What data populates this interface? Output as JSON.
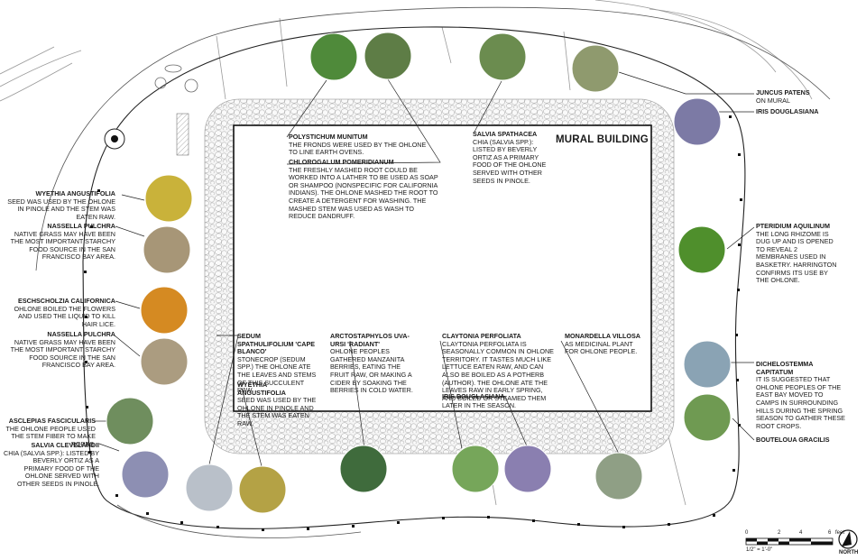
{
  "building_title": "MURAL BUILDING",
  "labels": [
    {
      "id": "polystichum",
      "name": "POLYSTICHUM MUNITUM",
      "desc": "THE FRONDS WERE USED BY THE OHLONE TO LINE EARTH OVENS."
    },
    {
      "id": "chlorogalum",
      "name": "CHLOROGALUM POMERIDIANUM",
      "desc": "THE FRESHLY MASHED ROOT COULD BE WORKED INTO A LATHER TO BE USED AS SOAP OR SHAMPOO (NONSPECIFIC FOR CALIFORNIA INDIANS). THE OHLONE MASHED THE ROOT TO CREATE A DETERGENT FOR WASHING. THE MASHED STEM WAS USED AS WASH TO REDUCE DANDRUFF."
    },
    {
      "id": "salvia-spathacea",
      "name": "SALVIA SPATHACEA",
      "desc": "CHIA (SALVIA SPP.): LISTED BY BEVERLY ORTIZ AS A PRIMARY FOOD OF THE OHLONE SERVED WITH OTHER SEEDS IN PINOLE."
    },
    {
      "id": "juncus",
      "name": "JUNCUS PATENS",
      "desc": "ON MURAL"
    },
    {
      "id": "iris-top",
      "name": "IRIS DOUGLASIANA",
      "desc": ""
    },
    {
      "id": "wyethia-left",
      "name": "WYETHIA ANGUSTIFOLIA",
      "desc": "SEED WAS USED BY THE OHLONE IN PINOLE AND THE STEM WAS EATEN RAW."
    },
    {
      "id": "nassella-1",
      "name": "NASSELLA PULCHRA",
      "desc": "NATIVE GRASS MAY HAVE BEEN THE MOST IMPORTANT STARCHY FOOD SOURCE IN THE SAN FRANCISCO BAY AREA."
    },
    {
      "id": "eschscholzia",
      "name": "ESCHSCHOLZIA CALIFORNICA",
      "desc": "OHLONE BOILED THE FLOWERS AND USED THE LIQUID TO KILL HAIR LICE."
    },
    {
      "id": "nassella-2",
      "name": "NASSELLA PULCHRA",
      "desc": "NATIVE GRASS MAY HAVE BEEN THE MOST IMPORTANT STARCHY FOOD SOURCE IN THE SAN FRANCISCO BAY AREA."
    },
    {
      "id": "asclepias",
      "name": "ASCLEPIAS FASCICULARIS",
      "desc": "THE OHLONE PEOPLE USED THE STEM FIBER TO MAKE ROPES."
    },
    {
      "id": "salvia-clevelandii",
      "name": "SALVIA CLEVELANDII",
      "desc": "CHIA (SALVIA SPP.): LISTED BY BEVERLY ORTIZ AS A PRIMARY FOOD OF THE OHLONE SERVED WITH OTHER SEEDS IN PINOLE."
    },
    {
      "id": "pteridium",
      "name": "PTERIDIUM AQUILINUM",
      "desc": "THE LONG RHIZOME IS DUG UP AND IS OPENED TO REVEAL 2 MEMBRANES USED IN BASKETRY. HARRINGTON CONFIRMS ITS USE BY THE OHLONE."
    },
    {
      "id": "dichelostemma",
      "name": "DICHELOSTEMMA CAPITATUM",
      "desc": "IT IS SUGGESTED THAT OHLONE PEOPLES OF THE EAST BAY MOVED TO CAMPS IN SURROUNDING HILLS DURING THE SPRING SEASON TO GATHER THESE ROOT CROPS."
    },
    {
      "id": "bouteloua",
      "name": "BOUTELOUA GRACILIS",
      "desc": ""
    },
    {
      "id": "sedum",
      "name": "SEDUM SPATHULIFOLIUM 'CAPE BLANCO'",
      "desc": "STONECROP (SEDUM SPP.) THE OHLONE ATE THE LEAVES AND STEMS OF THIS SUCCULENT RAW."
    },
    {
      "id": "wyethia-inner",
      "name": "WYETHIA ANGUSTIFOLIA",
      "desc": "SEED WAS USED BY THE OHLONE IN PINOLE AND THE STEM WAS EATEN RAW."
    },
    {
      "id": "arctostaphylos",
      "name": "ARCTOSTAPHYLOS UVA-URSI 'RADIANT'",
      "desc": "OHLONE PEOPLES GATHERED MANZANITA BERRIES, EATING THE FRUIT RAW, OR MAKING A CIDER BY SOAKING THE BERRIES IN COLD WATER."
    },
    {
      "id": "claytonia",
      "name": "CLAYTONIA PERFOLIATA",
      "desc": "CLAYTONIA PERFOLIATA IS SEASONALLY COMMON IN OHLONE TERRITORY. IT TASTES MUCH LIKE LETTUCE EATEN RAW, AND CAN ALSO BE BOILED AS A POTHERB (AUTHOR). THE OHLONE ATE THE LEAVES RAW IN EARLY SPRING, AND BOILED OR STEAMED THEM LATER IN THE SEASON."
    },
    {
      "id": "iris-inner",
      "name": "IRIS DOUGLASIANA",
      "desc": ""
    },
    {
      "id": "monardella",
      "name": "MONARDELLA VILLOSA",
      "desc": "AS MEDICINAL PLANT FOR OHLONE PEOPLE."
    }
  ],
  "photos": [
    {
      "id": "p-polystichum",
      "color": "#4f8a3a"
    },
    {
      "id": "p-chlorogalum",
      "color": "#5e7d46"
    },
    {
      "id": "p-salvia-spathacea",
      "color": "#6b8c4f"
    },
    {
      "id": "p-juncus",
      "color": "#8f9a6e"
    },
    {
      "id": "p-iris-top",
      "color": "#7c7aa5"
    },
    {
      "id": "p-wyethia-left",
      "color": "#c9b23a"
    },
    {
      "id": "p-nassella-1",
      "color": "#a79677"
    },
    {
      "id": "p-eschscholzia",
      "color": "#d58a22"
    },
    {
      "id": "p-nassella-2",
      "color": "#ab9c80"
    },
    {
      "id": "p-pteridium",
      "color": "#4f8f2c"
    },
    {
      "id": "p-dichelostemma",
      "color": "#8aa3b4"
    },
    {
      "id": "p-bouteloua",
      "color": "#6f9a52"
    },
    {
      "id": "p-asclepias",
      "color": "#6f8e5e"
    },
    {
      "id": "p-salvia-clevelandii",
      "color": "#8d8fb3"
    },
    {
      "id": "p-sedum",
      "color": "#b9c0c9"
    },
    {
      "id": "p-wyethia-bottom",
      "color": "#b4a245"
    },
    {
      "id": "p-arctostaphylos",
      "color": "#3f6b3c"
    },
    {
      "id": "p-claytonia",
      "color": "#76a65a"
    },
    {
      "id": "p-iris-bottom",
      "color": "#8a7fb0"
    },
    {
      "id": "p-monardella",
      "color": "#8f9f85"
    }
  ],
  "scale_bar": {
    "ticks": [
      "0",
      "2",
      "4",
      "6"
    ],
    "unit": "feet",
    "ratio": "1/2\" = 1'-0\"",
    "north": "NORTH"
  }
}
